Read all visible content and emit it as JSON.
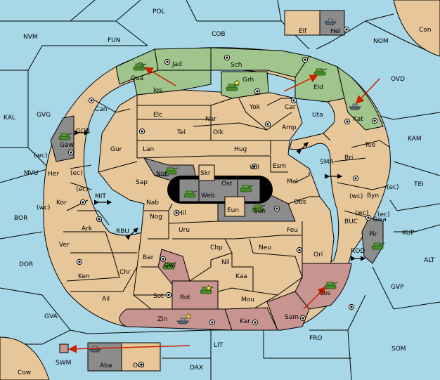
{
  "colors": {
    "sea": "#a8d8e8",
    "land": "#e7c79a",
    "green": "#9fc58c",
    "pink": "#c79490",
    "gray": "#8c8c8c",
    "supply_center": "#000000",
    "arrow": "#cc2200"
  },
  "icons": {
    "army": "tank-icon",
    "fleet": "ship-icon",
    "supply": "supply-center-icon",
    "arrow": "order-arrow-icon",
    "bidir": "bidirectional-arrow-icon"
  },
  "labels": {
    "POL": "POL",
    "NVM": "NVM",
    "FUN": "FUN",
    "COB": "COB",
    "NOM": "NOM",
    "Con": "Con",
    "Elf": "Elf",
    "Hel": "Hel",
    "OVD": "OVD",
    "KAL": "KAL",
    "GVG": "GVG",
    "GOR": "GOR",
    "KAM": "KAM",
    "MVU": "MVU",
    "MIT": "MIT",
    "SMA": "SMA",
    "TEI": "TEI",
    "BOR": "BOR",
    "RBU": "RBU",
    "BUC": "BUC",
    "KUP": "KUP",
    "DOR": "DOR",
    "ROD": "ROD",
    "ALT": "ALT",
    "GVP": "GVP",
    "GVA": "GVA",
    "FRO": "FRO",
    "LIT": "LIT",
    "SOM": "SOM",
    "SWM": "SWM",
    "DAX": "DAX",
    "Cow": "Cow",
    "Aba": "Aba",
    "Orn": "Orn",
    "Jad": "Jad",
    "Sch": "Sch",
    "Qua": "Qua",
    "Jos": "Jos",
    "Grh": "Grh",
    "Eld": "Eld",
    "Can": "Can",
    "Elc": "Elc",
    "Nar": "Nar",
    "Yok": "Yok",
    "Car": "Car",
    "Uta": "Uta",
    "Kat": "Kat",
    "Tel": "Tel",
    "Olk": "Olk",
    "Amp": "Amp",
    "Gaw": "Gaw",
    "Gur": "Gur",
    "Lan": "Lan",
    "Hug": "Hug",
    "Rie": "Rie",
    "Bri": "Bri",
    "wc": "(wc)",
    "ec": "(ec)",
    "Her": "Her",
    "Nor": "Nor",
    "Skr": "Skr",
    "Wil": "Wil",
    "Esm": "Esm",
    "Sap": "Sap",
    "Ost": "Ost",
    "Mel": "Mel",
    "Byn": "Byn",
    "Kor": "Kor",
    "Web": "Web",
    "Nab": "Nab",
    "Eun": "Eun",
    "Obs": "Obs",
    "Hil": "Hil",
    "Sun": "Sun",
    "Gwa": "Gwa",
    "Ark": "Ark",
    "Nog": "Nog",
    "Uru": "Uru",
    "Feu": "Feu",
    "Pir": "Pir",
    "Ver": "Ver",
    "Chp": "Chp",
    "Neu": "Neu",
    "Bar": "Bar",
    "Orl": "Orl",
    "Nil": "Nil",
    "Qwi": "Qwi",
    "Ken": "Ken",
    "Chr": "Chr",
    "Kaa": "Kaa",
    "Ail": "Ail",
    "Sot": "Sot",
    "Rot": "Rot",
    "Mou": "Mou",
    "Cos": "Cos",
    "Zin": "Zin",
    "Kar": "Kar",
    "Sam": "Sam"
  }
}
